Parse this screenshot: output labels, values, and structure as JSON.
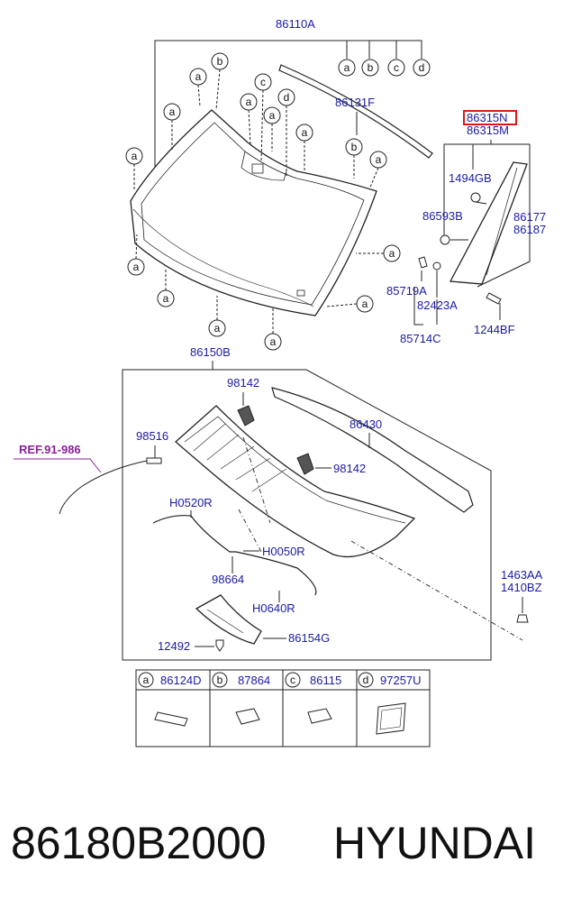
{
  "parts": {
    "windshield_assy": "86110A",
    "molding_top": "86131F",
    "highlighted": "86315N",
    "pillar_garnish": "86315M",
    "clip_1494": "1494GB",
    "nut_86593": "86593B",
    "part_86177": "86177",
    "part_86187": "86187",
    "clip_85719": "85719A",
    "clip_82423": "82423A",
    "clip_85714": "85714C",
    "bolt_1244": "1244BF",
    "cowl_panel": "86150B",
    "nozzle_upper": "98142",
    "nozzle_lower": "98142",
    "weatherstrip": "86430",
    "connector_98516": "98516",
    "ref_label": "REF.91-986",
    "hose_h0520": "H0520R",
    "hose_h0050": "H0050R",
    "connector_98664": "98664",
    "hose_h0640": "H0640R",
    "fastener_1463": "1463AA",
    "fastener_1410": "1410BZ",
    "clip_12492": "12492",
    "cover_86154": "86154G"
  },
  "callout_letters": {
    "a": "a",
    "b": "b",
    "c": "c",
    "d": "d"
  },
  "legend": [
    {
      "letter": "a",
      "part": "86124D"
    },
    {
      "letter": "b",
      "part": "87864"
    },
    {
      "letter": "c",
      "part": "86115"
    },
    {
      "letter": "d",
      "part": "97257U"
    }
  ],
  "footer": {
    "part_number": "86180B2000",
    "brand": "HYUNDAI"
  }
}
